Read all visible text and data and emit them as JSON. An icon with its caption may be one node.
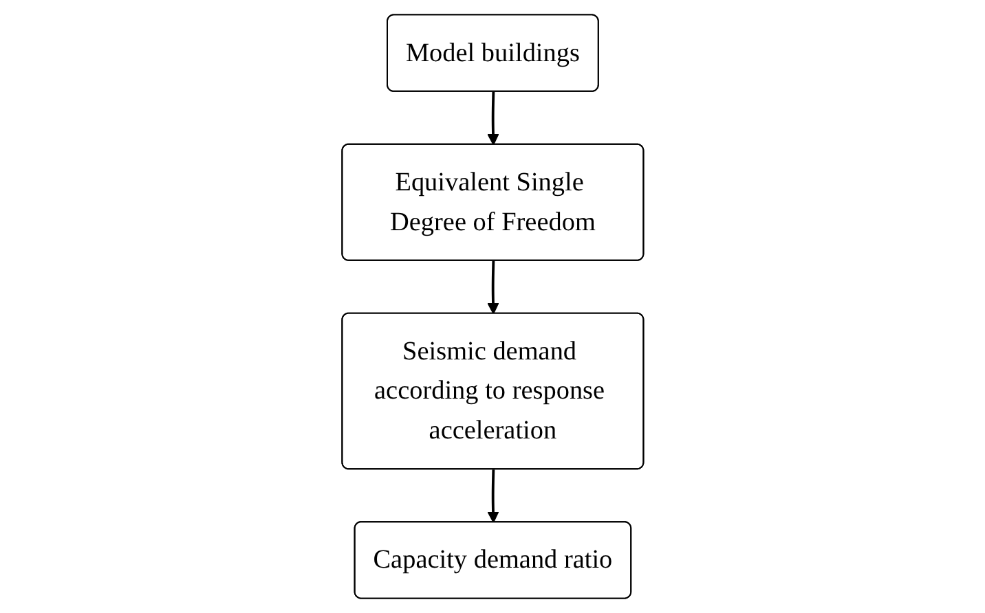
{
  "diagram": {
    "nodes": [
      {
        "text": [
          "Model buildings"
        ]
      },
      {
        "text": [
          "Equivalent Single Degree of Freedom"
        ]
      },
      {
        "text": [
          "Seismic demand according to response acceleration"
        ]
      },
      {
        "text": [
          "Capacity demand ratio"
        ]
      }
    ],
    "edges": [
      {
        "from": 0,
        "to": 1,
        "arrow": "to"
      },
      {
        "from": 1,
        "to": 2,
        "arrow": "to"
      },
      {
        "from": 2,
        "to": 3,
        "arrow": "to"
      }
    ]
  }
}
